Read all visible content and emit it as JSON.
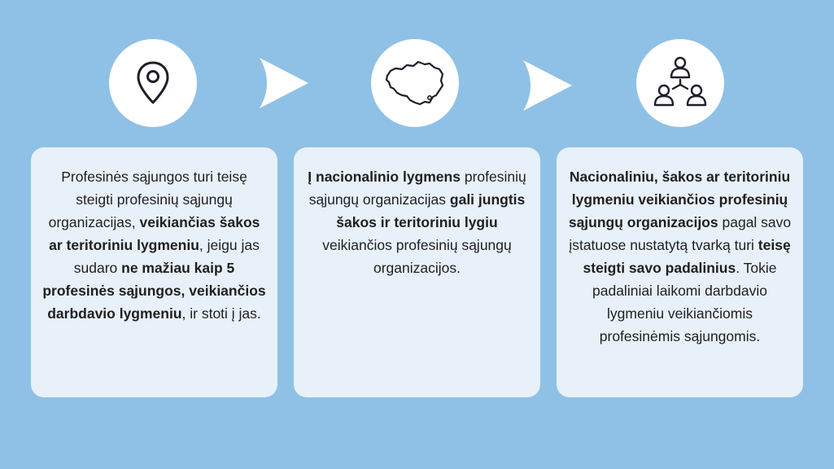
{
  "icons": {
    "step1": "location-pin-icon",
    "step2": "lithuania-map-icon",
    "step3": "people-network-icon",
    "arrow": "chevron-arrow-icon"
  },
  "colors": {
    "background": "#8fc1e6",
    "card": "#e8f1f9",
    "circle": "#ffffff",
    "icon_stroke": "#1e1e2a"
  },
  "cards": [
    {
      "segments": [
        {
          "text": "Profesinės sąjungos turi teisę steigti profesinių sąjungų organizacijas, ",
          "bold": false
        },
        {
          "text": "veikiančias šakos ar teritoriniu lygmeniu",
          "bold": true
        },
        {
          "text": ", jeigu jas sudaro ",
          "bold": false
        },
        {
          "text": "ne mažiau kaip 5 profesinės sąjungos, veikiančios darbdavio lygmeniu",
          "bold": true
        },
        {
          "text": ", ir stoti į jas.",
          "bold": false
        }
      ]
    },
    {
      "segments": [
        {
          "text": "Į nacionalinio lygmens",
          "bold": true
        },
        {
          "text": " profesinių sąjungų organizacijas ",
          "bold": false
        },
        {
          "text": "gali jungtis šakos ir teritoriniu lygiu",
          "bold": true
        },
        {
          "text": " veikiančios profesinių sąjungų organizacijos.",
          "bold": false
        }
      ]
    },
    {
      "segments": [
        {
          "text": "Nacionaliniu, šakos ar teritoriniu lygmeniu veikiančios profesinių sąjungų organizacijos",
          "bold": true
        },
        {
          "text": " pagal savo įstatuose nustatytą tvarką turi ",
          "bold": false
        },
        {
          "text": "teisę steigti savo padalinius",
          "bold": true
        },
        {
          "text": ". Tokie padaliniai laikomi darbdavio lygmeniu veikiančiomis profesinėmis sąjungomis.",
          "bold": false
        }
      ]
    }
  ]
}
